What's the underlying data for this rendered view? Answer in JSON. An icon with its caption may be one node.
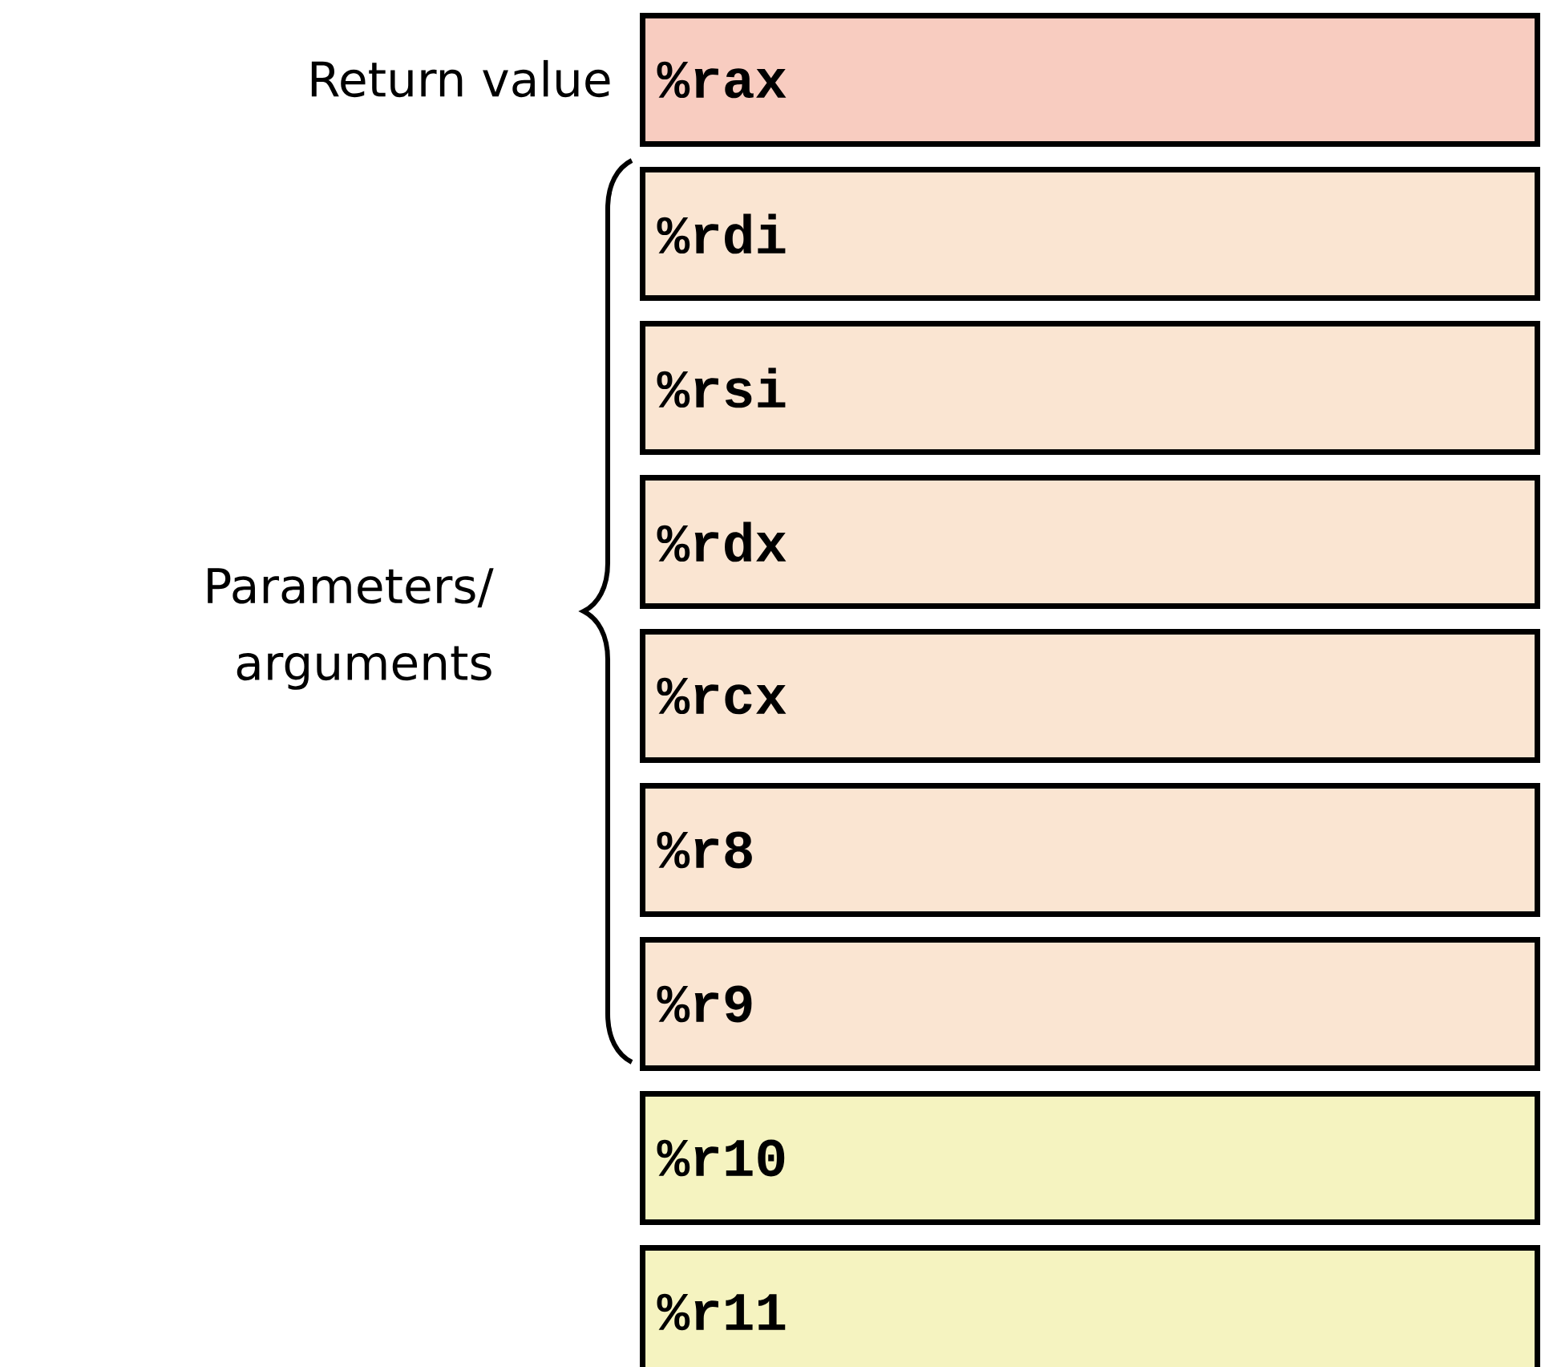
{
  "diagram": {
    "nodes": [
      {
        "text": [
          "%rax"
        ],
        "beside": [
          "Return value"
        ]
      },
      {
        "text": [
          "%rdi"
        ]
      },
      {
        "text": [
          "%rsi"
        ]
      },
      {
        "text": [
          "%rdx"
        ]
      },
      {
        "text": [
          "%rcx"
        ]
      },
      {
        "text": [
          "%r8"
        ]
      },
      {
        "text": [
          "%r9"
        ]
      },
      {
        "text": [
          "%r10"
        ]
      },
      {
        "text": [
          "%r11"
        ]
      }
    ],
    "labels": [
      "Parameters/ arguments"
    ]
  }
}
